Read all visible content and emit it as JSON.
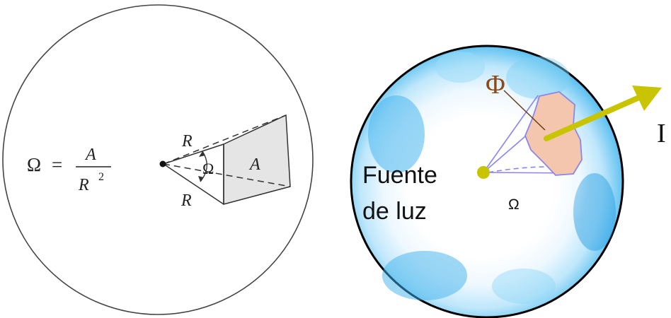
{
  "left_figure": {
    "formula": {
      "omega_symbol": "Ω",
      "equals": "=",
      "numerator": "A",
      "denominator_base": "R",
      "denominator_exponent": "2"
    },
    "labels": {
      "radius_top": "R",
      "radius_bottom": "R",
      "solid_angle": "Ω",
      "area": "A"
    }
  },
  "right_figure": {
    "labels": {
      "flux_symbol": "Φ",
      "source_line_1": "Fuente",
      "source_line_2": "de luz",
      "solid_angle": "Ω",
      "intensity_partial": "I"
    },
    "colors": {
      "sphere_outline": "#000000",
      "sphere_edge_blue": "#2aa7e6",
      "sphere_inner": "#ffffff",
      "cone_lines": "#8a86ee",
      "patch_fill": "#f4c6ad",
      "flux_label": "#8b4a1c",
      "source_dot": "#c8c400",
      "arrow": "#c8c400"
    }
  }
}
